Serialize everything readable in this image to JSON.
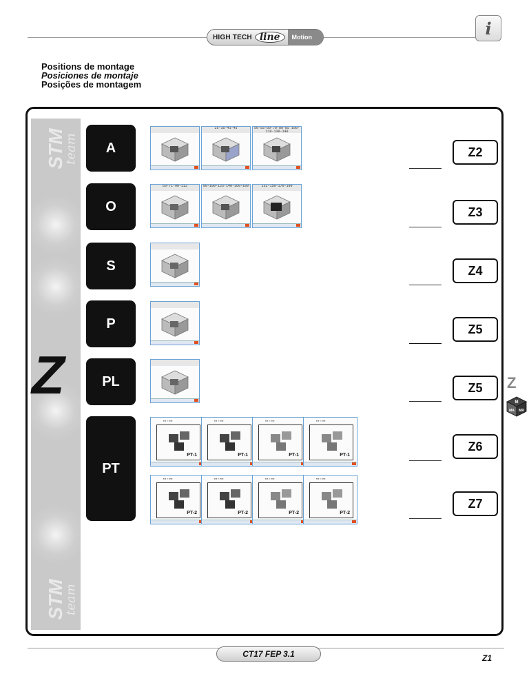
{
  "header": {
    "logo_left": "HIGH TECH",
    "logo_script": "line",
    "logo_right": "Motion",
    "info_glyph": "i"
  },
  "titles": {
    "fr": "Positions de montage",
    "es": "Posiciones de montaje",
    "pt": "Posições de montagem"
  },
  "sidebar": {
    "brand": "STM",
    "brand_sub": "team",
    "letter": "Z"
  },
  "rows": [
    {
      "label": "A",
      "ref": "Z2",
      "thumbs": [
        "",
        "25-35-41-45",
        "50-55-60-70-80-85 100-110-130-140"
      ]
    },
    {
      "label": "O",
      "ref": "Z3",
      "thumbs": [
        "63-71-90-112",
        "80-100-125-140-160-180",
        "132-150-170-190"
      ]
    },
    {
      "label": "S",
      "ref": "Z4",
      "thumbs": [
        ""
      ]
    },
    {
      "label": "P",
      "ref": "Z5",
      "thumbs": [
        ""
      ]
    },
    {
      "label": "PL",
      "ref": "Z5",
      "thumbs": [
        ""
      ]
    }
  ],
  "pt": {
    "label": "PT",
    "refs": [
      "Z6",
      "Z7"
    ],
    "row1": [
      "PT-1",
      "PT-1",
      "PT-1",
      "PT-1"
    ],
    "row2": [
      "PT-2",
      "PT-2",
      "PT-2",
      "PT-2"
    ]
  },
  "side_tab": {
    "letter": "Z",
    "badge_top": "M",
    "badge_left": "MA",
    "badge_right": "MR"
  },
  "footer": {
    "code": "CT17 FEP 3.1",
    "page": "Z1"
  },
  "icons": [
    "info-icon",
    "mounting-cube-icon",
    "motor-category-icon"
  ]
}
